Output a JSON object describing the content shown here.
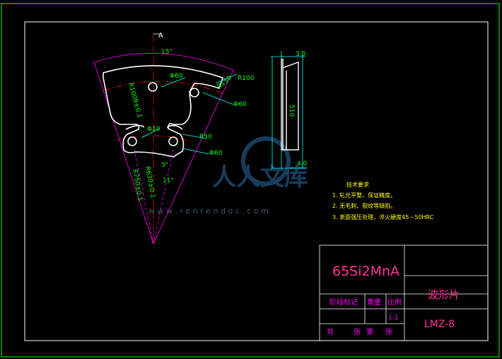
{
  "section_label": "A",
  "dimensions": {
    "angle_top": "15°",
    "phi60_a": "Φ60",
    "r100": "R100",
    "r150": "R150",
    "phi60_b": "Φ60",
    "r1008": "R1008±0.1",
    "phi10": "Φ10",
    "r50": "R50",
    "phi60_c": "Φ60",
    "angle_3": "3°",
    "r750": "R750±0.1",
    "r630": "R630±0.1",
    "angle_11": "11°",
    "side_top": "3.0",
    "side_mid": "510",
    "side_bottom": "4.0"
  },
  "tech_requirements": {
    "title": "技术要求",
    "items": [
      "1. 轧光平整，保证精度。",
      "2. 无毛刺、裂纹等缺陷。",
      "3. 表面强压处理，淬火硬度45－50HRC"
    ]
  },
  "title_block": {
    "material": "65Si2MnA",
    "part_name": "波形片",
    "drawing_no": "LMZ-8",
    "stage_mark": "阶段标记",
    "weight": "重量",
    "scale": "比例",
    "scale_value": "1:1",
    "sheets_total": "共",
    "sheets": "张",
    "sheet_no": "第",
    "sheet_unit": "张"
  },
  "watermark": {
    "logo_text": "人人文库",
    "url": "w w w . r e n r e n d o c . c o m"
  },
  "colors": {
    "frame": "#ffffff",
    "part": "#ffffff",
    "dimension": "#00ff00",
    "leader": "#00ffff",
    "centerline": "#ff0000",
    "construction": "#ff00ff",
    "title_text": "#ff00ff",
    "tech_text": "#ffff00",
    "outer_border": "#00ff00"
  }
}
